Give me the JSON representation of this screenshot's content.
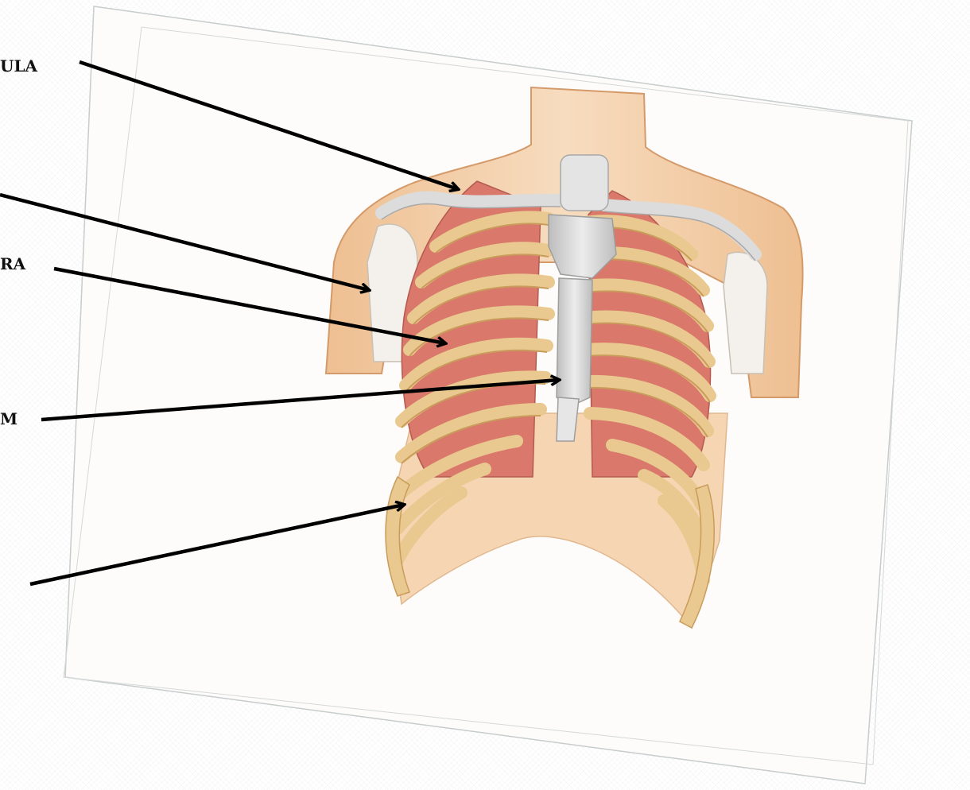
{
  "labels": {
    "clavicula": "ULA",
    "costilla": "RA",
    "esternon": "M"
  },
  "colors": {
    "skin": "#f2cfa8",
    "skin_outline": "#d49a6a",
    "lung": "#d9786b",
    "rib": "#f3d9a6",
    "bone": "#d8d8d8",
    "arrow": "#000000"
  }
}
